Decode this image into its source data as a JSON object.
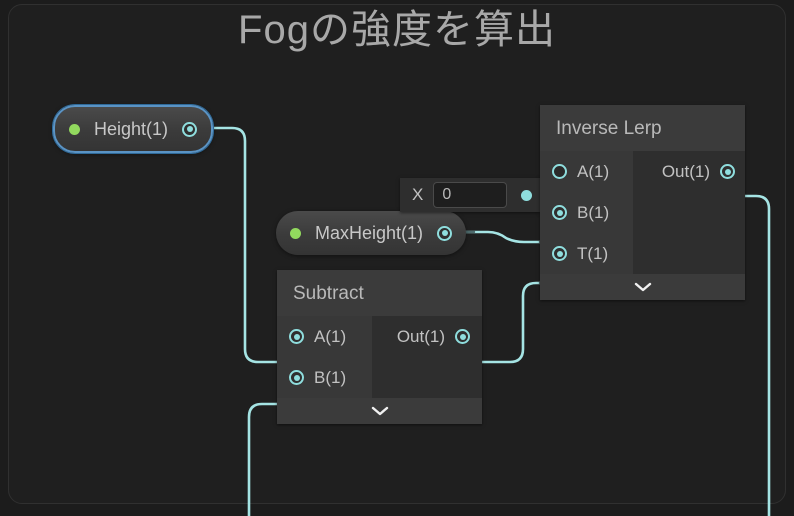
{
  "canvas": {
    "title": "Fogの強度を算出",
    "background_color": "#1f1f1f",
    "frame_border_color": "#303030",
    "wire_color": "#a5e4e4",
    "accent_port_color": "#8fdede",
    "property_dot_color": "#92d95e",
    "selection_color": "#5a93c4"
  },
  "nodes": {
    "height_property": {
      "label": "Height(1)",
      "selected": true,
      "output_port": "output-port"
    },
    "maxheight_property": {
      "label": "MaxHeight(1)",
      "selected": false,
      "output_port": "output-port"
    },
    "x_value": {
      "label": "X",
      "value": "0",
      "placeholder": "0"
    },
    "subtract": {
      "title": "Subtract",
      "inputs": [
        {
          "label": "A(1)"
        },
        {
          "label": "B(1)"
        }
      ],
      "outputs": [
        {
          "label": "Out(1)"
        }
      ],
      "expander": "chevron-down"
    },
    "inverse_lerp": {
      "title": "Inverse Lerp",
      "inputs": [
        {
          "label": "A(1)"
        },
        {
          "label": "B(1)"
        },
        {
          "label": "T(1)"
        }
      ],
      "outputs": [
        {
          "label": "Out(1)"
        }
      ],
      "expander": "chevron-down"
    }
  }
}
